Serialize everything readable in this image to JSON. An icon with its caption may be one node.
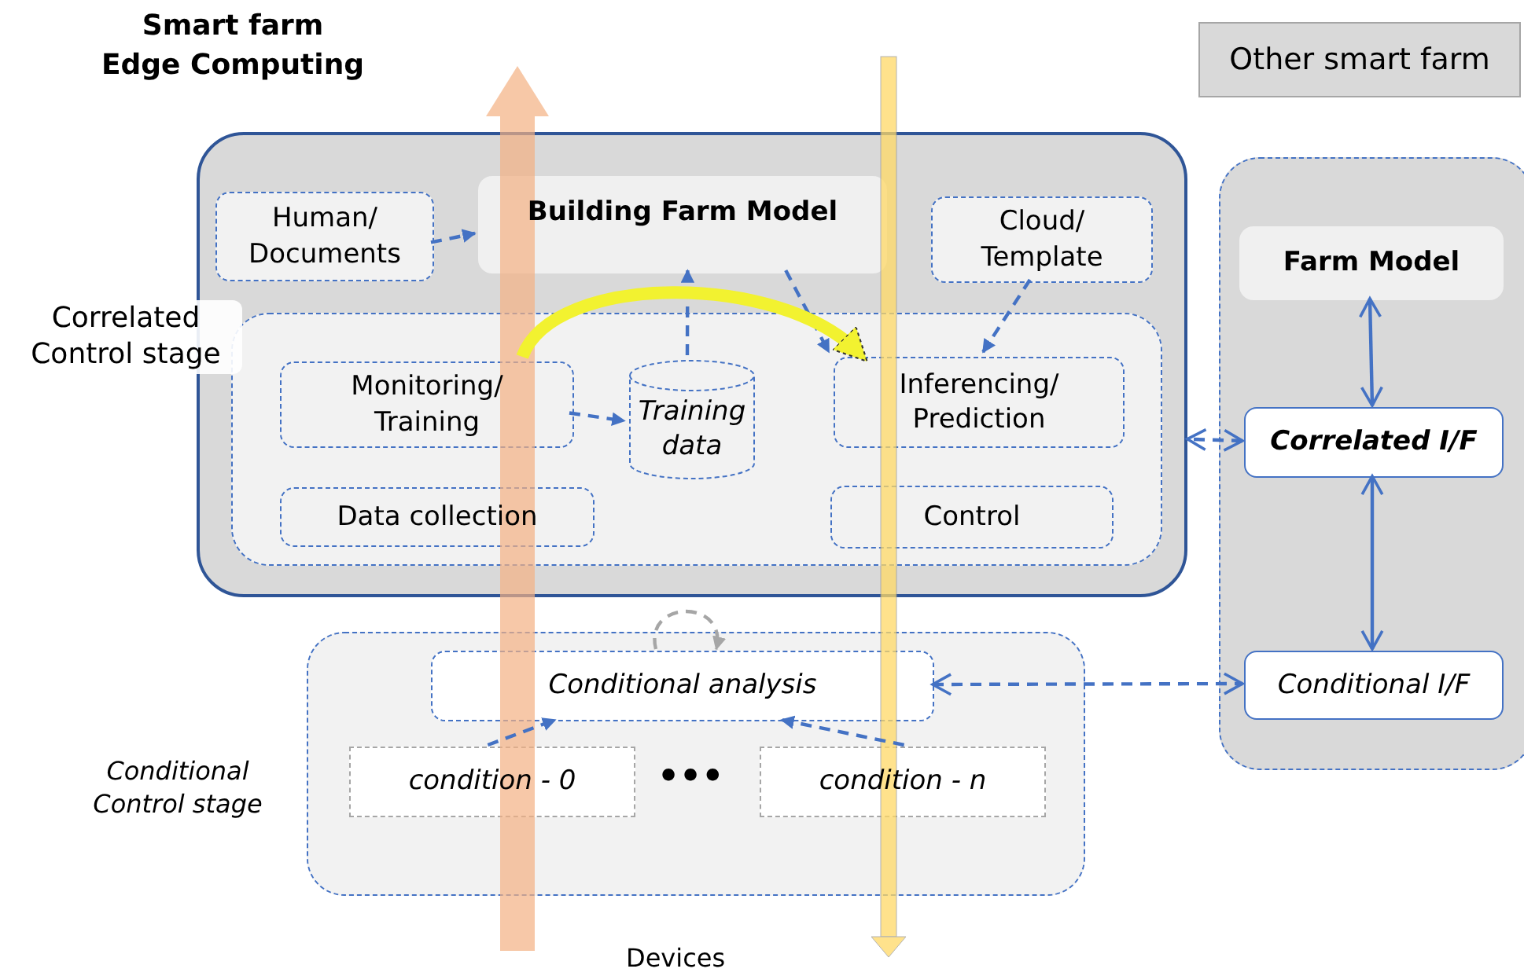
{
  "diagram": {
    "title": "Smart farm Edge Computing",
    "nodes": [
      {
        "text": [],
        "shape": "box"
      },
      {
        "text": [
          "Human/ Documents"
        ],
        "in": 0
      },
      {
        "text": [
          "Building Farm Model"
        ],
        "in": 0
      },
      {
        "text": [
          "Cloud/ Template"
        ],
        "in": 0
      },
      {
        "text": [
          "Correlated Control stage"
        ],
        "in": 0
      },
      {
        "text": [
          "Monitoring/ Training"
        ],
        "in": 4
      },
      {
        "text": [
          "Training data"
        ],
        "in": 4
      },
      {
        "text": [
          "Inferencing/ Prediction"
        ],
        "in": 4
      },
      {
        "text": [
          "Data collection"
        ],
        "in": 4
      },
      {
        "text": [
          "Control"
        ],
        "in": 4
      },
      {
        "text": [
          "Other smart farm"
        ]
      },
      {
        "text": [],
        "shape": "box"
      },
      {
        "text": [
          "Farm Model"
        ],
        "in": 11
      },
      {
        "text": [
          "Correlated I/F"
        ],
        "in": 11
      },
      {
        "text": [
          "Conditional I/F"
        ],
        "in": 11
      },
      {
        "text": [
          "Conditional Control stage"
        ]
      },
      {
        "text": [
          "Conditional analysis"
        ],
        "in": 15
      },
      {
        "text": [
          "condition - 0"
        ],
        "in": 15
      },
      {
        "text": [
          "condition - n"
        ],
        "in": 15
      }
    ],
    "edges": [
      {
        "from": 1,
        "to": 2,
        "arrow": "to",
        "style": "dashed"
      },
      {
        "from": 6,
        "to": 2,
        "arrow": "to",
        "style": "dashed"
      },
      {
        "from": 2,
        "to": 7,
        "arrow": "to",
        "style": "dashed"
      },
      {
        "from": 3,
        "to": 7,
        "arrow": "to",
        "style": "dashed"
      },
      {
        "from": 5,
        "to": 6,
        "arrow": "to",
        "style": "dashed"
      },
      {
        "from": 5,
        "to": 7,
        "arrow": "to",
        "style": "thick",
        "color": "#f2f230"
      },
      {
        "from": 13,
        "to": 0,
        "arrow": "both",
        "style": "dashed"
      },
      {
        "from": 12,
        "to": 13,
        "arrow": "both"
      },
      {
        "from": 13,
        "to": 14,
        "arrow": "both"
      },
      {
        "from": 16,
        "to": 14,
        "arrow": "both",
        "style": "dashed"
      },
      {
        "from": 17,
        "to": 16,
        "arrow": "to",
        "style": "dashed"
      },
      {
        "from": 18,
        "to": 16,
        "arrow": "to",
        "style": "dashed"
      },
      {
        "from": 16,
        "to": 16,
        "arrow": "to",
        "style": "dashed",
        "color": "#a6a6a6"
      }
    ],
    "labels": [
      "•••",
      "Devices"
    ]
  }
}
